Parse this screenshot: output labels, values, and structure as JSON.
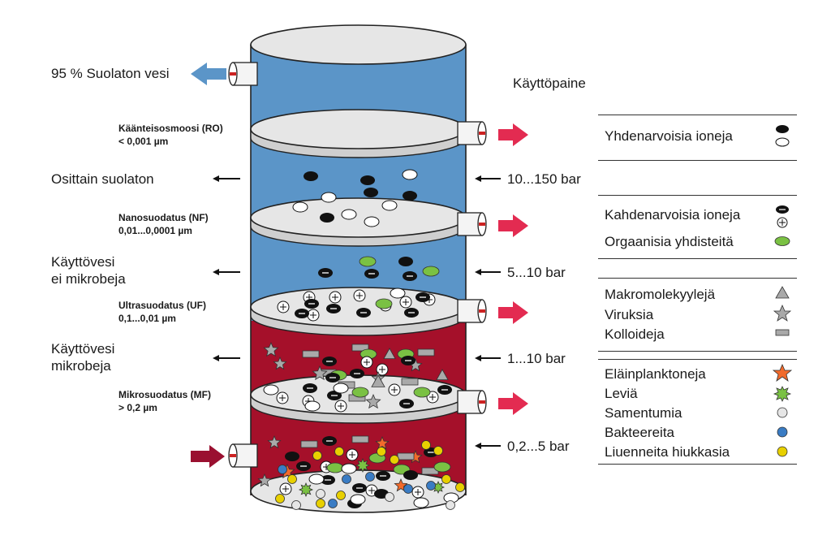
{
  "outlet_label": "95 % Suolaton vesi",
  "pressure_title": "Käyttöpaine",
  "membranes": [
    {
      "name": "Käänteisosmoosi (RO)",
      "size": "< 0,001 µm"
    },
    {
      "name": "Nanosuodatus (NF)",
      "size": "0,01...0,0001 µm"
    },
    {
      "name": "Ultrasuodatus (UF)",
      "size": "0,1...0,01 µm"
    },
    {
      "name": "Mikrosuodatus (MF)",
      "size": "> 0,2 µm"
    }
  ],
  "products": [
    {
      "line1": "Osittain suolaton",
      "line2": ""
    },
    {
      "line1": "Käyttövesi",
      "line2": "ei mikrobeja"
    },
    {
      "line1": "Käyttövesi",
      "line2": "mikrobeja"
    }
  ],
  "pressures": [
    "10...150 bar",
    "5...10 bar",
    "1...10 bar",
    "0,2...5 bar"
  ],
  "legend": {
    "g1": {
      "a": "Yhdenarvoisia ioneja"
    },
    "g2": {
      "a": "Kahdenarvoisia ioneja",
      "b": "Orgaanisia yhdisteitä"
    },
    "g3": {
      "a": "Makromolekyylejä",
      "b": "Viruksia",
      "c": "Kolloideja"
    },
    "g4": {
      "a": "Eläinplanktoneja",
      "b": "Leviä",
      "c": "Samentumia",
      "d": "Bakteereita",
      "e": "Liuenneita hiukkasia"
    }
  },
  "colors": {
    "blue": "#5b95c8",
    "red": "#a5102a",
    "membrane": "#e6e6e6",
    "pink_arrow": "#e32b51",
    "blue_arrow": "#5b95c8",
    "inlet_arrow": "#9a1030",
    "green": "#7ac143",
    "orange": "#f26a2b",
    "yellow": "#e8d000",
    "bact": "#3a7cc4"
  }
}
